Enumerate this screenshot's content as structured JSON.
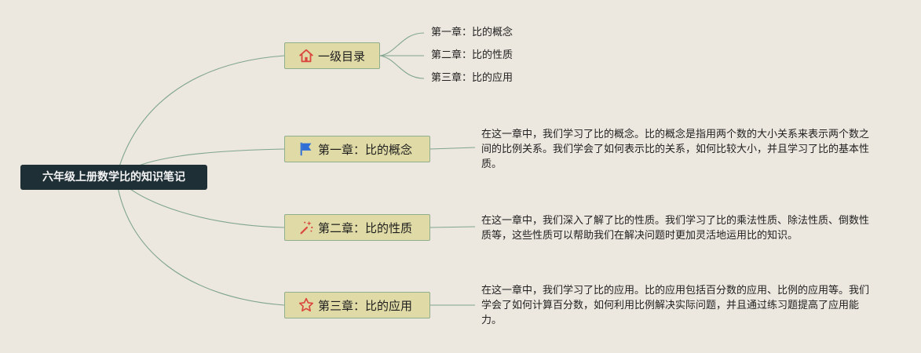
{
  "root": {
    "title": "六年级上册数学比的知识笔记"
  },
  "branches": [
    {
      "label": "一级目录",
      "icon": "home-icon",
      "icon_color": "#d9473e",
      "children": [
        "第一章：比的概念",
        "第二章：比的性质",
        "第三章：比的应用"
      ]
    },
    {
      "label": "第一章：比的概念",
      "icon": "flag-icon",
      "icon_color": "#2f6fd6",
      "description": "在这一章中，我们学习了比的概念。比的概念是指用两个数的大小关系来表示两个数之间的比例关系。我们学会了如何表示比的关系，如何比较大小，并且学习了比的基本性质。"
    },
    {
      "label": "第二章：比的性质",
      "icon": "sparkle-wand-icon",
      "icon_color": "#d9473e",
      "description": "在这一章中，我们深入了解了比的性质。我们学习了比的乘法性质、除法性质、倒数性质等，这些性质可以帮助我们在解决问题时更加灵活地运用比的知识。"
    },
    {
      "label": "第三章：比的应用",
      "icon": "star-icon",
      "icon_color": "#d9473e",
      "description": "在这一章中，我们学习了比的应用。比的应用包括百分数的应用、比例的应用等。我们学会了如何计算百分数，如何利用比例解决实际问题，并且通过练习题提高了应用能力。"
    }
  ],
  "colors": {
    "background": "#ece7df",
    "root_fill": "#1f2f36",
    "branch_fill": "#e0dba6",
    "connector": "#7fa58c"
  }
}
